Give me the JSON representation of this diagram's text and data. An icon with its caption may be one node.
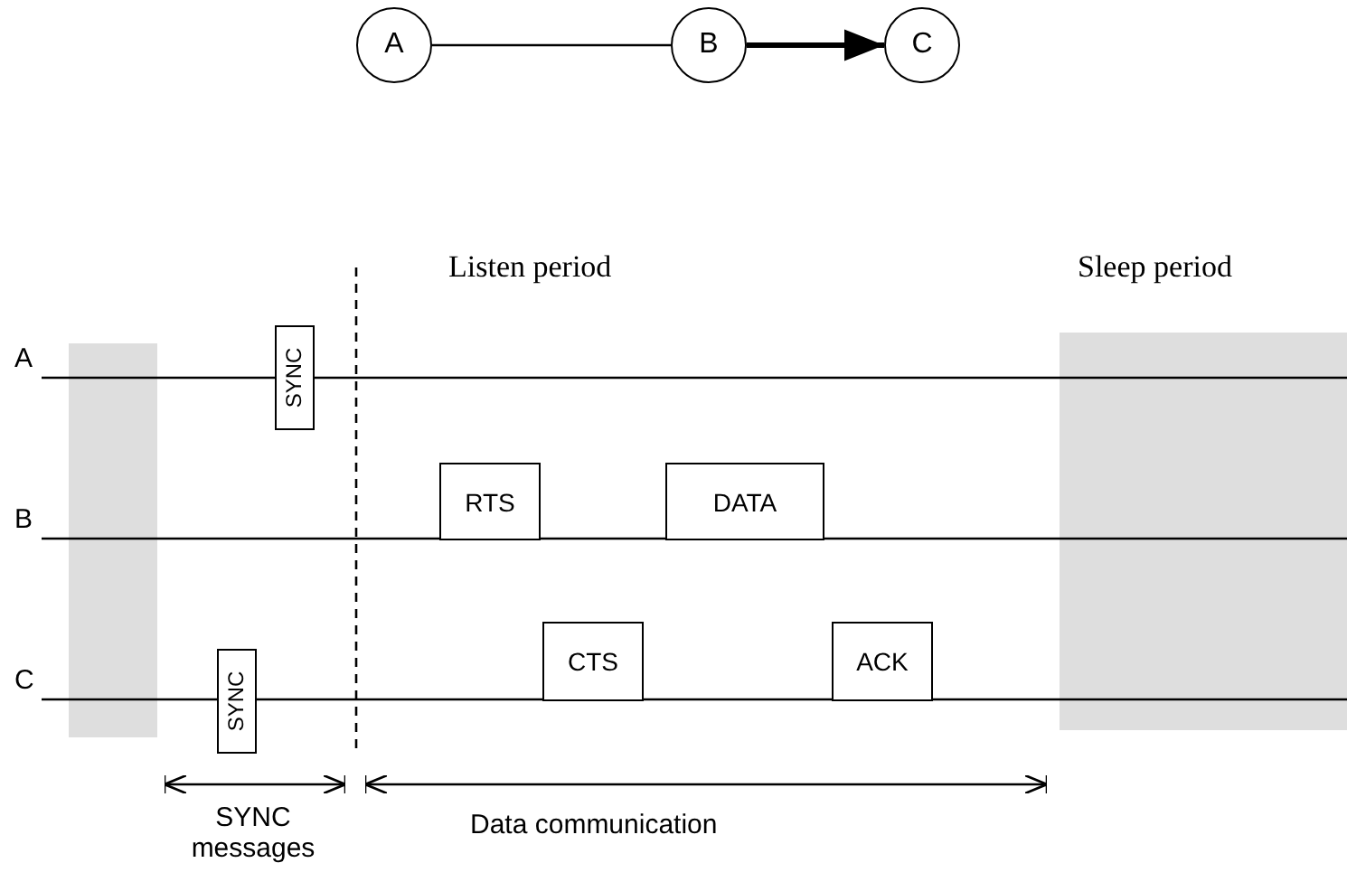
{
  "diagram": {
    "nodes": [
      {
        "text": [
          "A"
        ]
      },
      {
        "text": [
          "B"
        ]
      },
      {
        "text": [
          "C"
        ]
      },
      {
        "text": [
          "SYNC"
        ]
      },
      {
        "text": [
          "RTS"
        ]
      },
      {
        "text": [
          "DATA"
        ]
      },
      {
        "text": [
          "CTS"
        ]
      },
      {
        "text": [
          "ACK"
        ]
      },
      {
        "text": [
          "SYNC"
        ]
      },
      {
        "text": [],
        "shape": "box"
      },
      {
        "text": [],
        "shape": "box"
      }
    ],
    "edges": [
      {
        "from": 0,
        "to": 1,
        "arrow": "none"
      },
      {
        "from": 1,
        "to": 2,
        "arrow": "to",
        "style": "thick"
      }
    ],
    "labels": [
      "Listen period",
      "Sleep period",
      "A",
      "B",
      "C",
      "SYNC messages",
      "Data communication"
    ]
  }
}
